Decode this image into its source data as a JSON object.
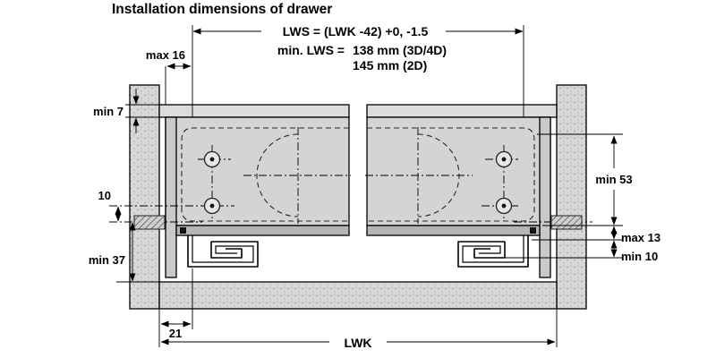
{
  "title": "Installation dimensions of drawer",
  "dims": {
    "lws_formula": "LWS = (LWK -42) +0, -1.5",
    "min_lws_label": "min. LWS =",
    "min_lws_v1": "138 mm (3D/4D)",
    "min_lws_v2": "145 mm (2D)",
    "max16": "max 16",
    "min7": "min 7",
    "d10": "10",
    "min37": "min 37",
    "min53": "min 53",
    "max13": "max 13",
    "min10": "min 10",
    "d21": "21",
    "lwk": "LWK"
  },
  "colors": {
    "line": "#000000",
    "panel_gray": "#d8d8d8",
    "drawer_gray": "#d4d4d4",
    "bar_gray": "#dcdcdc",
    "strip_gray": "#c9c9c9",
    "slide_gray": "#b5b5b5"
  }
}
